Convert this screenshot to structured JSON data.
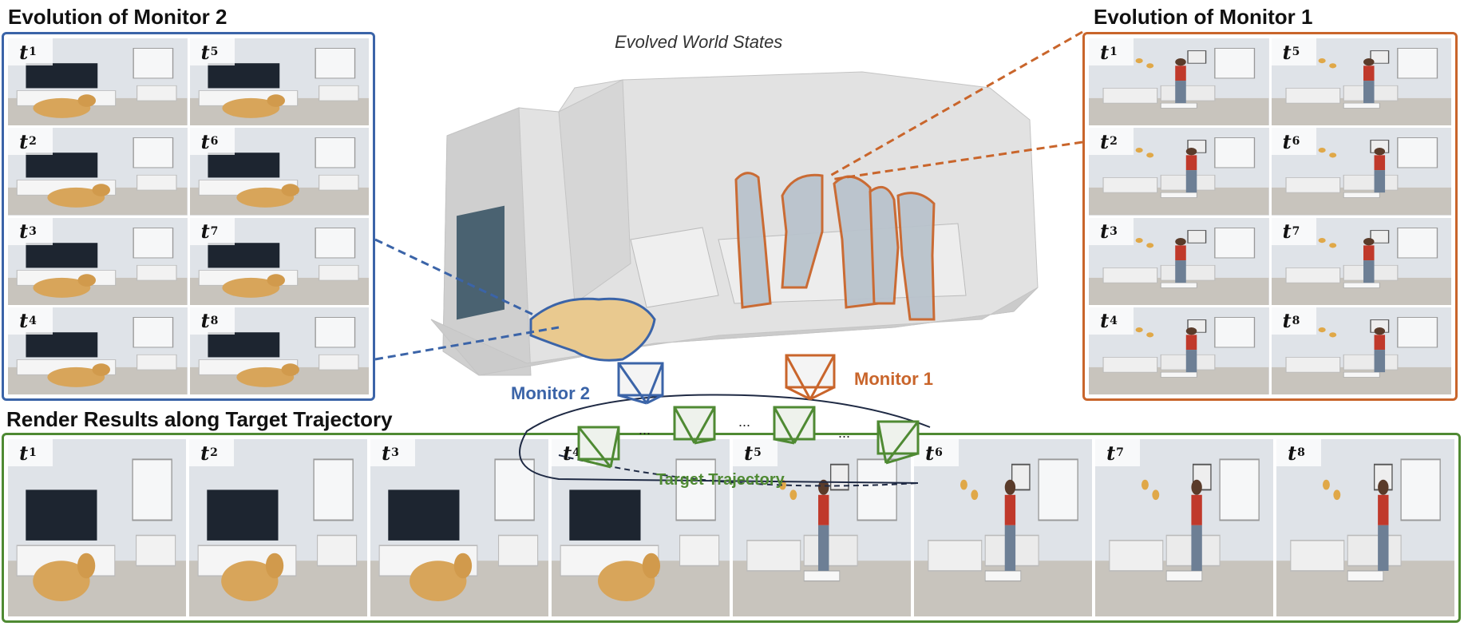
{
  "monitor2_panel": {
    "title": "Evolution of Monitor 2",
    "frames": [
      {
        "t": "t",
        "sub": "1"
      },
      {
        "t": "t",
        "sub": "5"
      },
      {
        "t": "t",
        "sub": "2"
      },
      {
        "t": "t",
        "sub": "6"
      },
      {
        "t": "t",
        "sub": "3"
      },
      {
        "t": "t",
        "sub": "7"
      },
      {
        "t": "t",
        "sub": "4"
      },
      {
        "t": "t",
        "sub": "8"
      }
    ]
  },
  "monitor1_panel": {
    "title": "Evolution of Monitor 1",
    "frames": [
      {
        "t": "t",
        "sub": "1"
      },
      {
        "t": "t",
        "sub": "5"
      },
      {
        "t": "t",
        "sub": "2"
      },
      {
        "t": "t",
        "sub": "6"
      },
      {
        "t": "t",
        "sub": "3"
      },
      {
        "t": "t",
        "sub": "7"
      },
      {
        "t": "t",
        "sub": "4"
      },
      {
        "t": "t",
        "sub": "8"
      }
    ]
  },
  "center": {
    "title": "Evolved World States",
    "monitor2_label": "Monitor 2",
    "monitor1_label": "Monitor 1",
    "trajectory_label": "Target Trajectory",
    "ellipsis": "..."
  },
  "render_strip": {
    "title": "Render Results along Target Trajectory",
    "frames": [
      {
        "t": "t",
        "sub": "1"
      },
      {
        "t": "t",
        "sub": "2"
      },
      {
        "t": "t",
        "sub": "3"
      },
      {
        "t": "t",
        "sub": "4"
      },
      {
        "t": "t",
        "sub": "5"
      },
      {
        "t": "t",
        "sub": "6"
      },
      {
        "t": "t",
        "sub": "7"
      },
      {
        "t": "t",
        "sub": "8"
      }
    ]
  },
  "colors": {
    "monitor2": "#3b64a8",
    "monitor1": "#c9652b",
    "trajectory": "#4f8a33"
  }
}
